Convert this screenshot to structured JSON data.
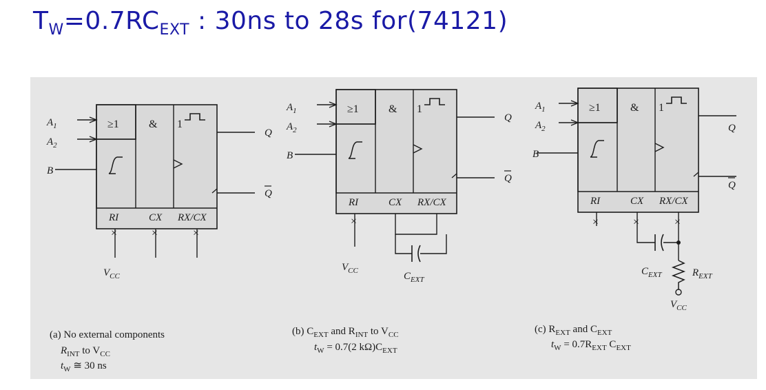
{
  "title": {
    "t": "T",
    "w": "W",
    "mid": "=0.7RC",
    "ext": "EXT",
    "rest": " : 30ns to 28s for(74121)"
  },
  "gate_labels": {
    "or": "≥1",
    "and": "&",
    "pulse": "1",
    "schmitt": "ʃ"
  },
  "pins": {
    "a1": "A",
    "a1_sub": "1",
    "a2": "A",
    "a2_sub": "2",
    "b": "B",
    "q": "Q",
    "qbar": "Q",
    "ri": "RI",
    "cx": "CX",
    "rxcx": "RX/CX",
    "x": "×"
  },
  "vcc": {
    "v": "V",
    "sub": "CC"
  },
  "cext": {
    "c": "C",
    "sub": "EXT"
  },
  "rext": {
    "r": "R",
    "sub": "EXT"
  },
  "captions": {
    "a": {
      "line1": "(a) No external components",
      "line2a": "R",
      "line2b": "INT",
      "line2c": " to V",
      "line2d": "CC",
      "line3a": "t",
      "line3b": "W",
      "line3c": " ≅ 30 ns"
    },
    "b": {
      "line1a": "(b) C",
      "line1b": "EXT",
      "line1c": " and R",
      "line1d": "INT",
      "line1e": " to V",
      "line1f": "CC",
      "line2a": "t",
      "line2b": "W",
      "line2c": " = 0.7(2 kΩ)C",
      "line2d": "EXT"
    },
    "c": {
      "line1a": "(c) R",
      "line1b": "EXT",
      "line1c": " and C",
      "line1d": "EXT",
      "line2a": "t",
      "line2b": "W",
      "line2c": " = 0.7R",
      "line2d": "EXT",
      "line2e": " C",
      "line2f": "EXT"
    }
  },
  "colors": {
    "title": "#1a1aa6",
    "figure_bg": "#e6e6e6",
    "ink": "#1c1c1c",
    "box_fill": "#d9d9d9"
  }
}
